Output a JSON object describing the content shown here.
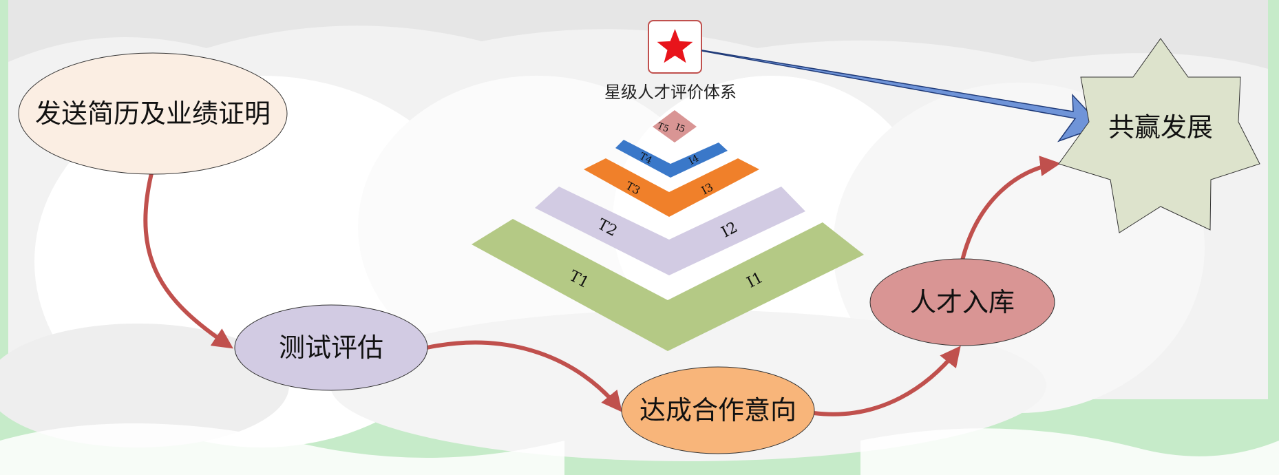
{
  "diagram": {
    "nodes": {
      "resume": "发送简历及业绩证明",
      "assessment": "测试评估",
      "agreement": "达成合作意向",
      "talent_pool": "人才入库",
      "win_win": "共赢发展"
    },
    "star_caption": "星级人才评价体系",
    "pyramid": {
      "t5": "T5",
      "i5": "I5",
      "t4": "T4",
      "i4": "I4",
      "t3": "T3",
      "i3": "I3",
      "t2": "T2",
      "i2": "I2",
      "t1": "T1",
      "i1": "I1"
    }
  },
  "colors": {
    "background_green": "#c6ebc9",
    "arrow_red": "#c0504d",
    "arrow_blue": "#6f94d8",
    "resume_fill": "#fbeee3",
    "assessment_fill": "#d2cbe3",
    "agreement_fill": "#f8b57a",
    "talent_fill": "#d99594",
    "star_fill": "#dde3cc",
    "tier5": "#d99594",
    "tier4": "#3a78c9",
    "tier3": "#f0802a",
    "tier2": "#d2cbe3",
    "tier1": "#b4c985",
    "star_icon_red": "#e8141b"
  },
  "icons": {
    "badge": "red-star-icon"
  }
}
